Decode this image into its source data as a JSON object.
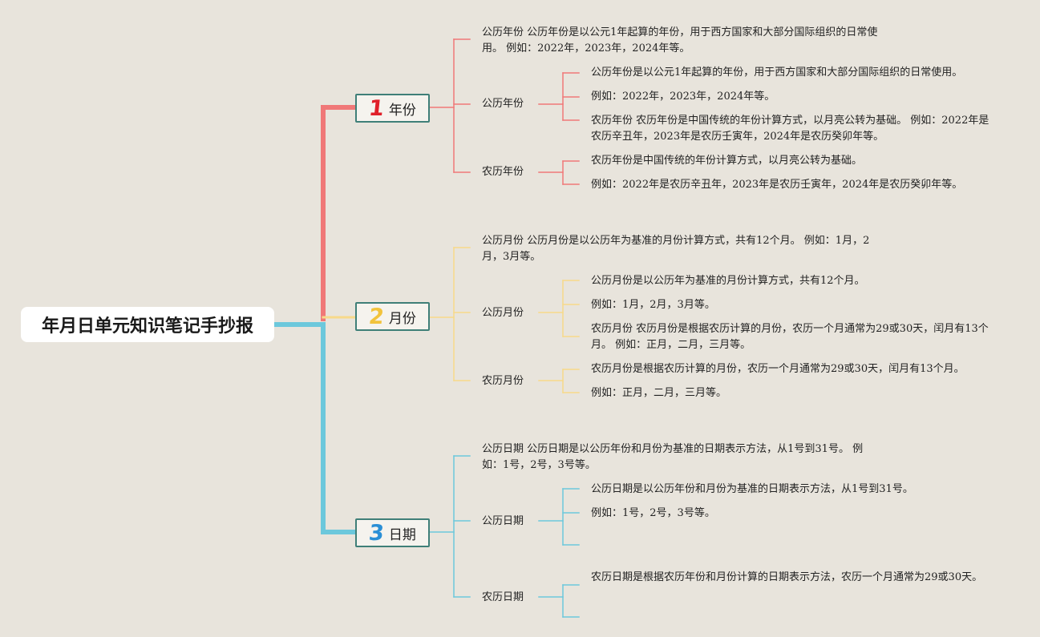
{
  "root": {
    "title": "年月日单元知识笔记手抄报"
  },
  "colors": {
    "branch1": "#f07878",
    "branch2": "#f7d98a",
    "branch3": "#6cc8dc",
    "num1": "#e0202a",
    "num2": "#f2c33c",
    "num3": "#2a8fd6",
    "box_border": "#3f7f78"
  },
  "branches": [
    {
      "num": "1",
      "label": "年份",
      "summary": "公历年份 公历年份是以公元1年起算的年份，用于西方国家和大部分国际组织的日常使用。 例如：2022年，2023年，2024年等。",
      "groups": [
        {
          "label": "公历年份",
          "items": [
            "公历年份是以公元1年起算的年份，用于西方国家和大部分国际组织的日常使用。",
            "例如：2022年，2023年，2024年等。",
            "农历年份 农历年份是中国传统的年份计算方式，以月亮公转为基础。 例如：2022年是农历辛丑年，2023年是农历壬寅年，2024年是农历癸卯年等。"
          ]
        },
        {
          "label": "农历年份",
          "items": [
            "农历年份是中国传统的年份计算方式，以月亮公转为基础。",
            "例如：2022年是农历辛丑年，2023年是农历壬寅年，2024年是农历癸卯年等。"
          ]
        }
      ]
    },
    {
      "num": "2",
      "label": "月份",
      "summary": "公历月份 公历月份是以公历年为基准的月份计算方式，共有12个月。 例如：1月，2月，3月等。",
      "groups": [
        {
          "label": "公历月份",
          "items": [
            "公历月份是以公历年为基准的月份计算方式，共有12个月。",
            "例如：1月，2月，3月等。",
            "农历月份 农历月份是根据农历计算的月份，农历一个月通常为29或30天，闰月有13个月。 例如：正月，二月，三月等。"
          ]
        },
        {
          "label": "农历月份",
          "items": [
            "农历月份是根据农历计算的月份，农历一个月通常为29或30天，闰月有13个月。",
            "例如：正月，二月，三月等。"
          ]
        }
      ]
    },
    {
      "num": "3",
      "label": "日期",
      "summary": "公历日期 公历日期是以公历年份和月份为基准的日期表示方法，从1号到31号。 例如：1号，2号，3号等。",
      "groups": [
        {
          "label": "公历日期",
          "items": [
            "公历日期是以公历年份和月份为基准的日期表示方法，从1号到31号。",
            "例如：1号，2号，3号等。"
          ]
        },
        {
          "label": "农历日期",
          "items": [
            "农历日期是根据农历年份和月份计算的日期表示方法，农历一个月通常为29或30天。"
          ]
        }
      ]
    }
  ]
}
